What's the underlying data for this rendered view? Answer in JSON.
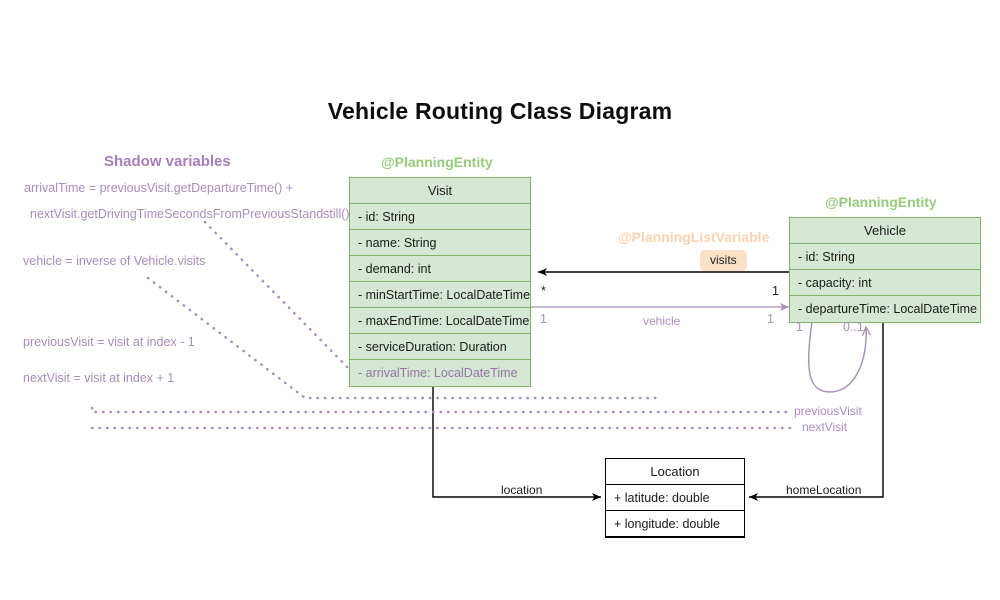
{
  "diagram": {
    "title": "Vehicle Routing Class Diagram",
    "type": "uml-class-diagram"
  },
  "palette": {
    "entity_fill": "#d5e8d4",
    "entity_stroke": "#82b366",
    "stereotype_green": "#97cb7c",
    "stereotype_orange": "#fbd2ae",
    "chip_fill": "#fbe0c8",
    "shadow_purple": "#9673a6",
    "shadow_purple_light": "#a98cbb",
    "plain_stroke": "#000000",
    "plain_fill": "#ffffff"
  },
  "stereotypes": {
    "visit": "@PlanningEntity",
    "vehicle": "@PlanningEntity",
    "visits_list": "@PlanningListVariable"
  },
  "classes": {
    "visit": {
      "name": "Visit",
      "fields": [
        "- id: String",
        "- name: String",
        "- demand: int",
        "- minStartTime: LocalDateTime",
        "- maxEndTime: LocalDateTime",
        "- serviceDuration: Duration",
        "- arrivalTime: LocalDateTime"
      ],
      "shadow_fields": [
        "- arrivalTime: LocalDateTime"
      ]
    },
    "vehicle": {
      "name": "Vehicle",
      "fields": [
        "- id: String",
        "- capacity: int",
        "- departureTime: LocalDateTime"
      ]
    },
    "location": {
      "name": "Location",
      "fields": [
        "+ latitude: double",
        "+ longitude: double"
      ]
    }
  },
  "shadow_panel": {
    "heading": "Shadow variables",
    "notes": [
      "arrivalTime = previousVisit.getDepartureTime() +",
      "nextVisit.getDrivingTimeSecondsFromPreviousStandstill()",
      "vehicle = inverse of Vehicle.visits",
      "previousVisit = visit at index - 1",
      "nextVisit = visit at index + 1"
    ]
  },
  "relations": {
    "visits": {
      "label": "visits",
      "source_mult": "1",
      "target_mult": "*"
    },
    "vehicle": {
      "label": "vehicle",
      "source_mult": "1",
      "target_mult": "1"
    },
    "self_loop": {
      "source_mult": "1",
      "target_mult": "0..1",
      "labels": [
        "previousVisit",
        "nextVisit"
      ]
    },
    "location": {
      "label": "location"
    },
    "home_location": {
      "label": "homeLocation"
    }
  }
}
